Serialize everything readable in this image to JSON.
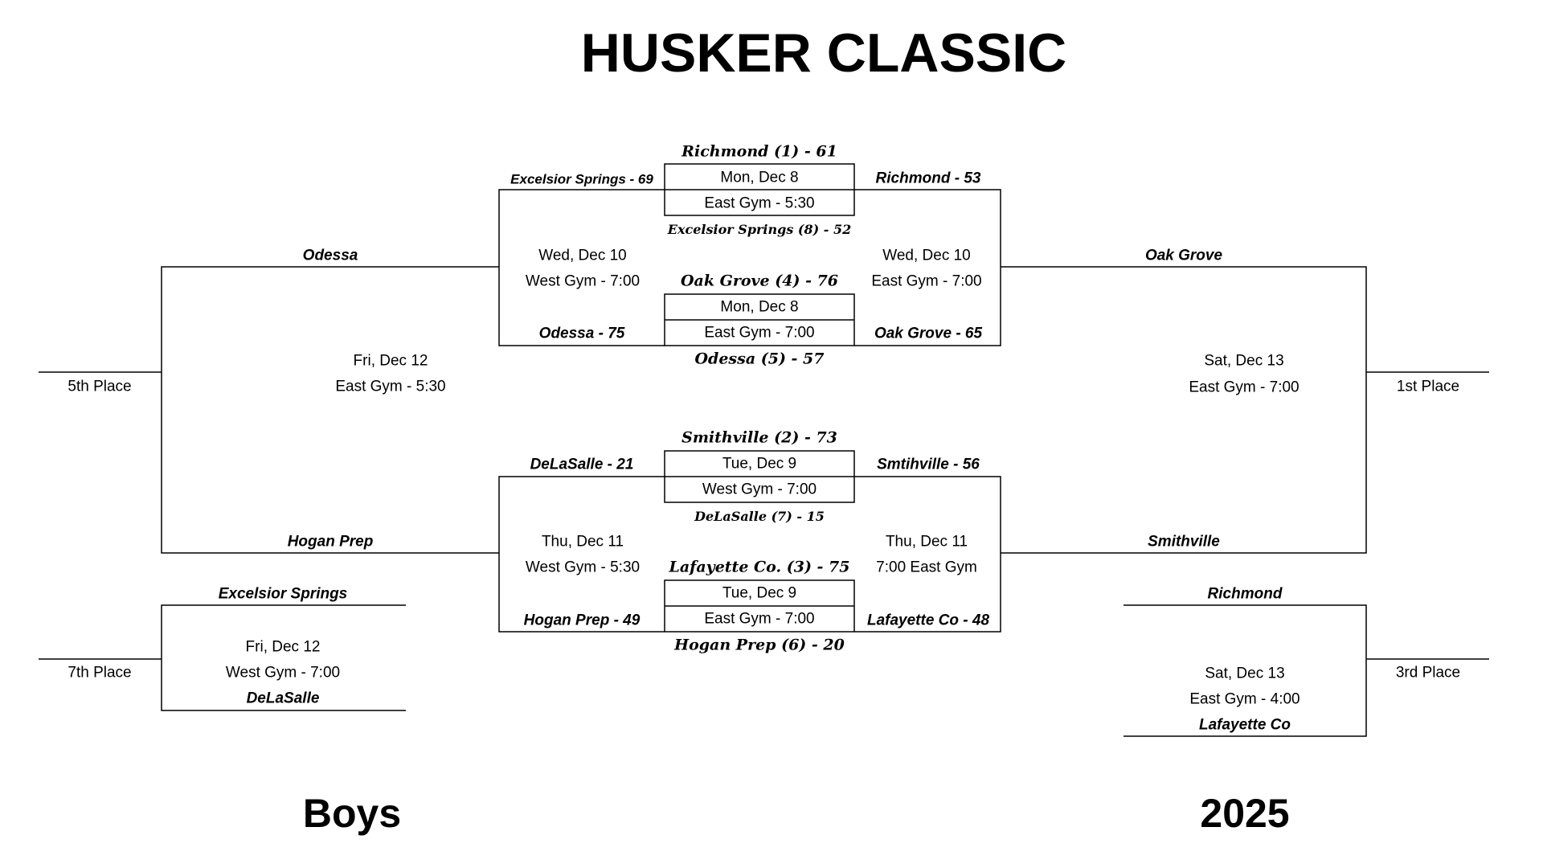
{
  "title": "HUSKER CLASSIC",
  "footer": {
    "left": "Boys",
    "right": "2025"
  },
  "game1": {
    "top_team": "Richmond (1) - 61",
    "date": "Mon, Dec 8",
    "venue": "East Gym - 5:30",
    "bottom_team": "Excelsior Springs (8) - 52",
    "winner": "Richmond - 53",
    "loser": "Excelsior Springs - 69"
  },
  "game2": {
    "top_team": "Oak Grove (4) - 76",
    "date": "Mon, Dec 8",
    "venue": "East Gym - 7:00",
    "bottom_team": "Odessa (5) - 57",
    "winner": "Oak Grove - 65",
    "loser": "Odessa - 75"
  },
  "game3": {
    "top_team": "Smithville (2) - 73",
    "date": "Tue, Dec 9",
    "venue": "West Gym - 7:00",
    "bottom_team": "DeLaSalle (7) - 15",
    "winner": "Smtihville - 56",
    "loser": "DeLaSalle - 21"
  },
  "game4": {
    "top_team": "Lafayette Co. (3) - 75",
    "date": "Tue, Dec 9",
    "venue": "East Gym - 7:00",
    "bottom_team": "Hogan Prep (6) - 20",
    "winner": "Lafayette Co - 48",
    "loser": "Hogan Prep - 49"
  },
  "semis": {
    "top_left": {
      "date": "Wed, Dec 10",
      "venue": "West Gym - 7:00"
    },
    "top_right": {
      "date": "Wed, Dec 10",
      "venue": "East Gym - 7:00"
    },
    "bottom_left": {
      "date": "Thu, Dec 11",
      "venue": "West Gym - 5:30"
    },
    "bottom_right": {
      "date": "Thu, Dec 11",
      "venue": "7:00 East Gym"
    }
  },
  "fifth": {
    "top_team": "Odessa",
    "bottom_team": "Hogan Prep",
    "date": "Fri, Dec 12",
    "venue": "East Gym - 5:30",
    "label": "5th Place"
  },
  "first": {
    "top_team": "Oak Grove",
    "bottom_team": "Smithville",
    "date": "Sat, Dec 13",
    "venue": "East Gym - 7:00",
    "label": "1st Place"
  },
  "seventh": {
    "top_team": "Excelsior Springs",
    "bottom_team": "DeLaSalle",
    "date": "Fri, Dec 12",
    "venue": "West Gym - 7:00",
    "label": "7th Place"
  },
  "third": {
    "top_team": "Richmond",
    "bottom_team": "Lafayette Co",
    "date": "Sat, Dec 13",
    "venue": "East Gym - 4:00",
    "label": "3rd Place"
  }
}
